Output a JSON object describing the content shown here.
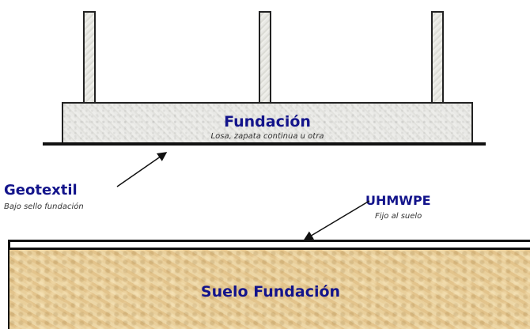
{
  "foundation": {
    "title": "Fundación",
    "subtitle": "Losa, zapata continua u otra"
  },
  "geotextile": {
    "title": "Geotextil",
    "subtitle": "Bajo sello fundación"
  },
  "liner": {
    "title": "UHMWPE",
    "subtitle": "Fijo al suelo"
  },
  "soil": {
    "title": "Suelo  Fundación"
  },
  "colors": {
    "label": "#13148b",
    "soil": "#e6c991",
    "concrete": "#e8e8e4",
    "outline": "#111111"
  }
}
